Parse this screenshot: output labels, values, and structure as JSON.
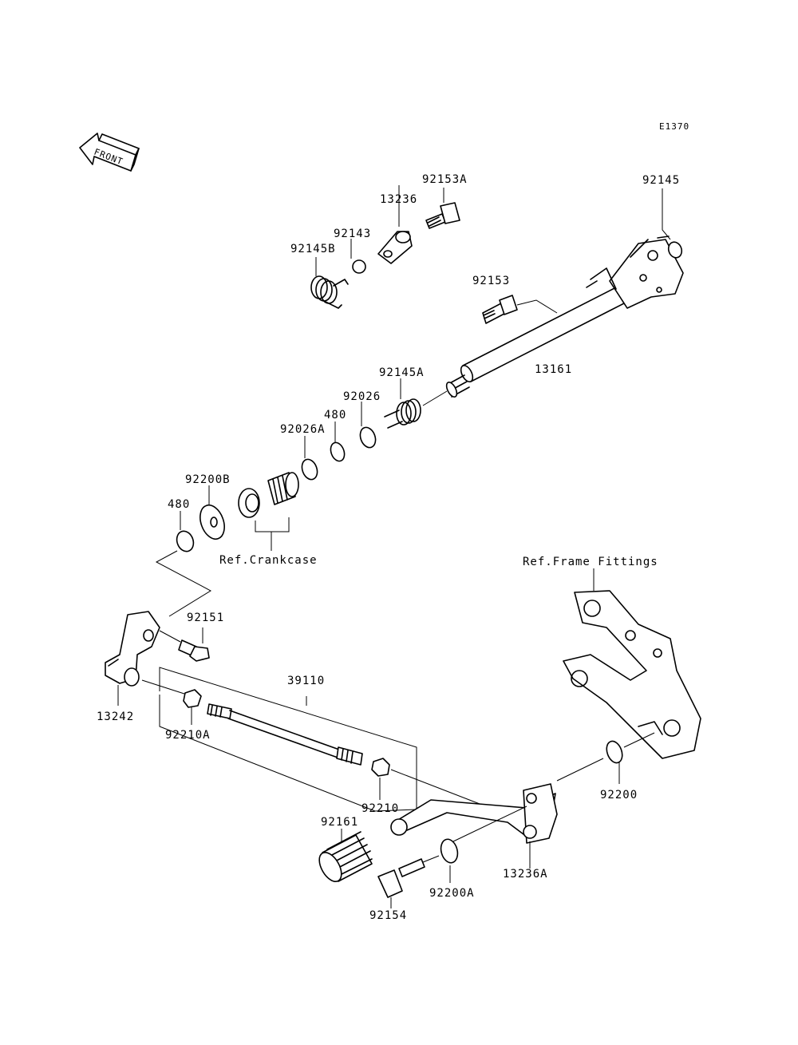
{
  "diagram": {
    "code": "E1370",
    "front_label": "FRONT",
    "ref_crankcase": "Ref.Crankcase",
    "ref_frame": "Ref.Frame Fittings",
    "parts": {
      "p92153A": "92153A",
      "p13236": "13236",
      "p92145": "92145",
      "p92143": "92143",
      "p92145B": "92145B",
      "p92153": "92153",
      "p13161": "13161",
      "p92145A": "92145A",
      "p92026": "92026",
      "p480a": "480",
      "p92026A": "92026A",
      "p92200B": "92200B",
      "p480b": "480",
      "p92151": "92151",
      "p39110": "39110",
      "p13242": "13242",
      "p92210A": "92210A",
      "p92210": "92210",
      "p92161": "92161",
      "p92200": "92200",
      "p13236A": "13236A",
      "p92200A": "92200A",
      "p92154": "92154"
    }
  }
}
